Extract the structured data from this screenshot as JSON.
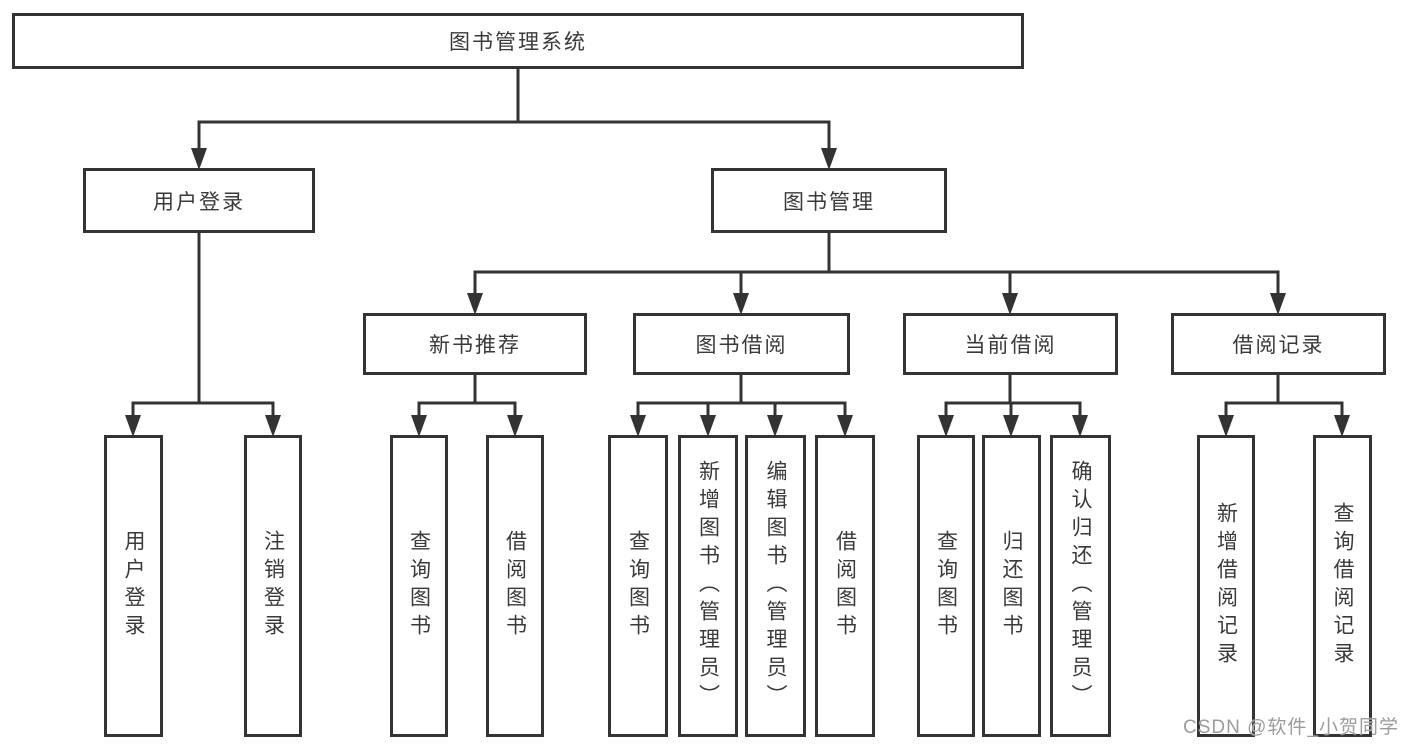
{
  "diagram": {
    "root": {
      "label": "图书管理系统"
    },
    "level2": [
      {
        "label": "用户登录",
        "children": [
          "用户登录",
          "注销登录"
        ]
      },
      {
        "label": "图书管理",
        "children": [
          {
            "label": "新书推荐",
            "children": [
              "查询图书",
              "借阅图书"
            ]
          },
          {
            "label": "图书借阅",
            "children": [
              "查询图书",
              "新增图书（管理员）",
              "编辑图书（管理员）",
              "借阅图书"
            ]
          },
          {
            "label": "当前借阅",
            "children": [
              "查询图书",
              "归还图书",
              "确认归还（管理员）"
            ]
          },
          {
            "label": "借阅记录",
            "children": [
              "新增借阅记录",
              "查询借阅记录"
            ]
          }
        ]
      }
    ],
    "colors": {
      "line": "#333333",
      "box_border": "#333333",
      "text": "#3a3a3a",
      "background": "#ffffff",
      "watermark": "#9c9c9c"
    }
  },
  "watermark": {
    "text": "CSDN @软件_小贺同学"
  }
}
